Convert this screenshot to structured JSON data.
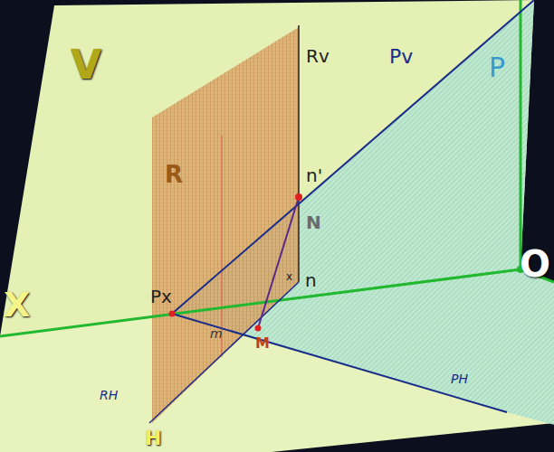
{
  "diagram": {
    "labels": [
      "V",
      "R",
      "Rv",
      "Pv",
      "P",
      "n'",
      "N",
      "O",
      "X",
      "Px",
      "x",
      "n",
      "m",
      "M",
      "RH",
      "PH",
      "H"
    ]
  }
}
